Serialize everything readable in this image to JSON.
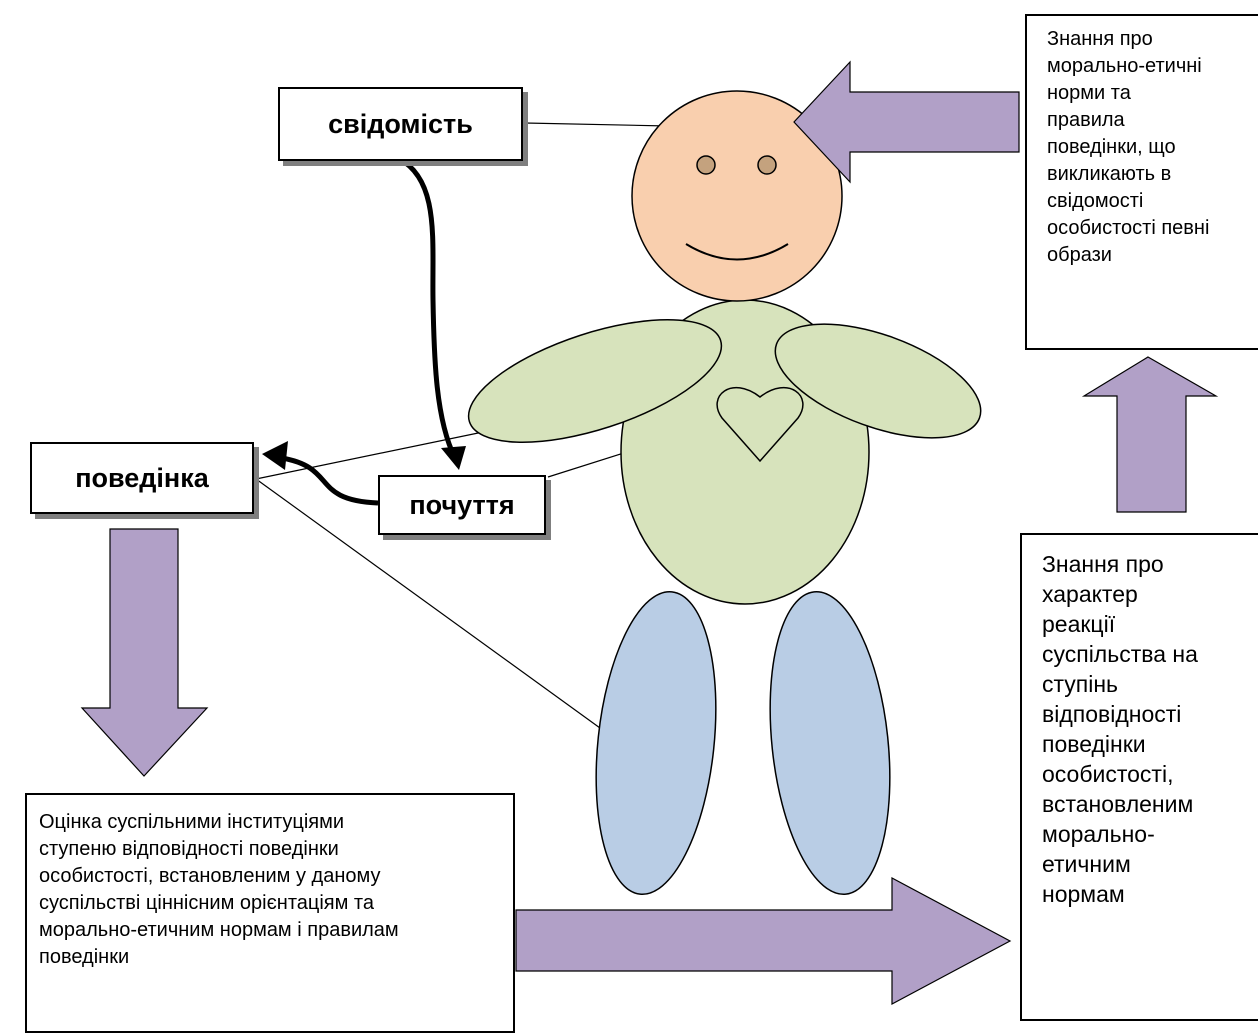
{
  "labels": {
    "consciousness": "свідомість",
    "feelings": "почуття",
    "behavior": "поведінка"
  },
  "boxes": {
    "norms_knowledge": "Знання про\nморально-етичні\nнорми та\nправила\nповедінки, що\nвикликають  в\nсвідомості\nособистості певні\nобрази",
    "society_reaction": "Знання про\nхарактер\nреакції\nсуспільства на\nступінь\nвідповідності\nповедінки\nособистості,\nвстановленим\nморально-\nетичним\nнормам",
    "evaluation": "Оцінка суспільними інституціями\nступеню відповідності поведінки\nособистості, встановленим у даному\nсуспільстві ціннісним орієнтаціям та\nморально-етичним нормам і правилам\nповедінки"
  },
  "colors": {
    "head": "#f9cfae",
    "eyes": "#c4a27e",
    "torso_arms": "#d7e3bc",
    "legs": "#b9cde5",
    "arrow_fill": "#b1a0c7",
    "stroke": "#000000"
  },
  "icons": [
    "heart-icon",
    "smile-icon"
  ]
}
